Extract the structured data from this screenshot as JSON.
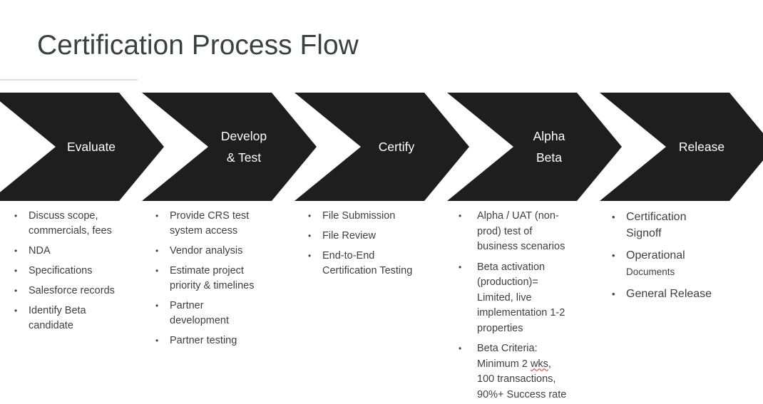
{
  "title": "Certification Process Flow",
  "bullet_char": "•",
  "colors": {
    "background": "#ffffff",
    "arrow_fill": "#1e1e1e",
    "arrow_text": "#ffffff",
    "title_text": "#3c4043",
    "body_text": "#3f3f3f",
    "divider": "#e0e0e0",
    "spellcheck_underline": "#d93025"
  },
  "stages": [
    {
      "label_lines": [
        "Evaluate"
      ],
      "bullets": [
        {
          "lines": [
            "Discuss scope,",
            "commercials, fees"
          ]
        },
        {
          "lines": [
            "NDA"
          ]
        },
        {
          "lines": [
            "Specifications"
          ]
        },
        {
          "lines": [
            "Salesforce records"
          ]
        },
        {
          "lines": [
            "Identify Beta",
            "candidate"
          ]
        }
      ]
    },
    {
      "label_lines": [
        "Develop",
        "& Test"
      ],
      "bullets": [
        {
          "lines": [
            "Provide CRS test",
            "system access"
          ]
        },
        {
          "lines": [
            "Vendor analysis"
          ]
        },
        {
          "lines": [
            "Estimate project",
            "priority & timelines"
          ]
        },
        {
          "lines": [
            "Partner",
            "development"
          ]
        },
        {
          "lines": [
            "Partner testing"
          ]
        }
      ]
    },
    {
      "label_lines": [
        "Certify"
      ],
      "bullets": [
        {
          "lines": [
            "File Submission"
          ]
        },
        {
          "lines": [
            "File Review"
          ]
        },
        {
          "lines": [
            "End-to-End",
            "Certification Testing"
          ]
        }
      ]
    },
    {
      "label_lines": [
        "Alpha",
        "Beta"
      ],
      "bullets": [
        {
          "lines": [
            "Alpha / UAT (non-",
            "prod) test of",
            "business scenarios"
          ]
        },
        {
          "lines": [
            "Beta activation",
            "(production)=",
            "Limited, live",
            "implementation 1-2",
            "properties"
          ]
        },
        {
          "lines": [
            "Beta Criteria:"
          ],
          "spellcheck_line": {
            "pre": "Minimum 2 ",
            "word": "wks",
            "post": ","
          },
          "lines_after": [
            "100 transactions,",
            "90%+ Success rate"
          ]
        }
      ]
    },
    {
      "label_lines": [
        "Release"
      ],
      "bullets": [
        {
          "lines": [
            "Certification",
            "Signoff"
          ]
        },
        {
          "lines": [
            "Operational",
            "Documents"
          ]
        },
        {
          "lines": [
            "General Release"
          ]
        }
      ]
    }
  ]
}
